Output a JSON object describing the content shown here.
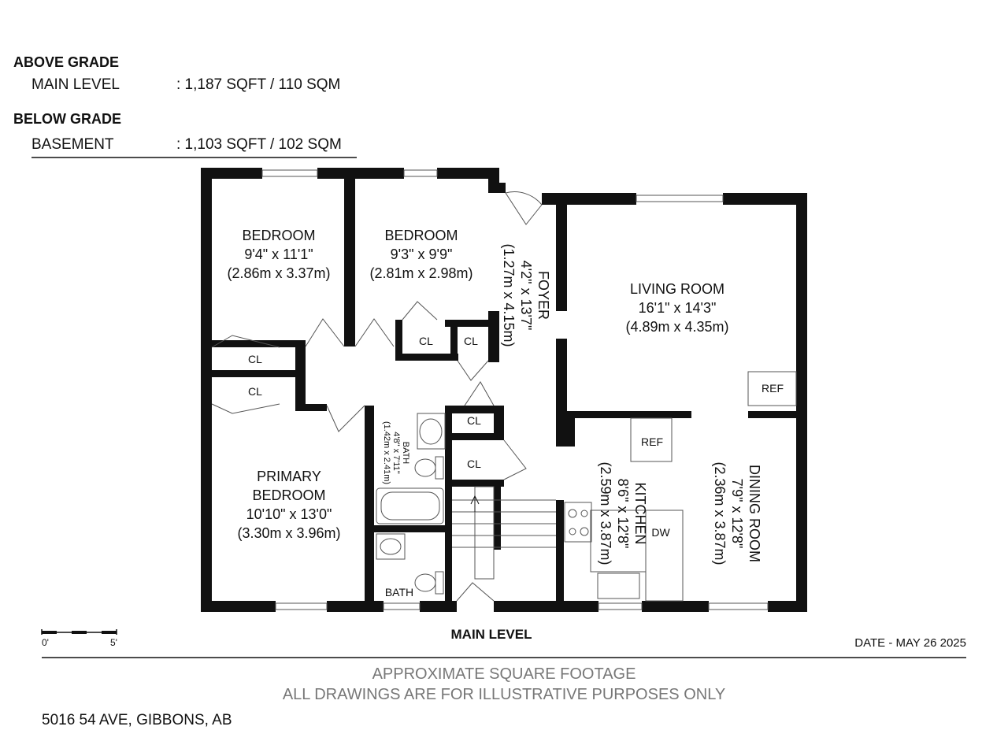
{
  "summary": {
    "above_grade": "ABOVE GRADE",
    "main_level_label": "MAIN LEVEL",
    "main_level_area": ": 1,187 SQFT / 110 SQM",
    "below_grade": "BELOW GRADE",
    "basement_label": "BASEMENT",
    "basement_area": ": 1,103 SQFT / 102 SQM"
  },
  "rooms": {
    "bedroom1": {
      "name": "BEDROOM",
      "imperial": "9'4\" x 11'1\"",
      "metric": "(2.86m x 3.37m)"
    },
    "bedroom2": {
      "name": "BEDROOM",
      "imperial": "9'3\" x 9'9\"",
      "metric": "(2.81m x 2.98m)"
    },
    "foyer": {
      "name": "FOYER",
      "imperial": "4'2\" x 13'7\"",
      "metric": "(1.27m x 4.15m)"
    },
    "living": {
      "name": "LIVING ROOM",
      "imperial": "16'1\" x 14'3\"",
      "metric": "(4.89m x 4.35m)"
    },
    "primary": {
      "name1": "PRIMARY",
      "name2": "BEDROOM",
      "imperial": "10'10\" x 13'0\"",
      "metric": "(3.30m x 3.96m)"
    },
    "bath1": {
      "name": "BATH",
      "imperial": "4'8\" x 7'11\"",
      "metric": "(1.42m x 2.41m)"
    },
    "bath2": {
      "name": "BATH"
    },
    "kitchen": {
      "name": "KITCHEN",
      "imperial": "8'6\" x 12'8\"",
      "metric": "(2.59m x 3.87m)"
    },
    "dining": {
      "name": "DINING ROOM",
      "imperial": "7'9\" x 12'8\"",
      "metric": "(2.36m x 3.87m)"
    }
  },
  "labels": {
    "cl": "CL",
    "ref": "REF",
    "dw": "DW"
  },
  "scale": {
    "start": "0'",
    "end": "5'"
  },
  "footer": {
    "level_title": "MAIN LEVEL",
    "date": "DATE - MAY 26 2025",
    "note1": "APPROXIMATE SQUARE FOOTAGE",
    "note2": "ALL DRAWINGS ARE FOR ILLUSTRATIVE PURPOSES ONLY",
    "address": "5016 54 AVE, GIBBONS, AB"
  }
}
